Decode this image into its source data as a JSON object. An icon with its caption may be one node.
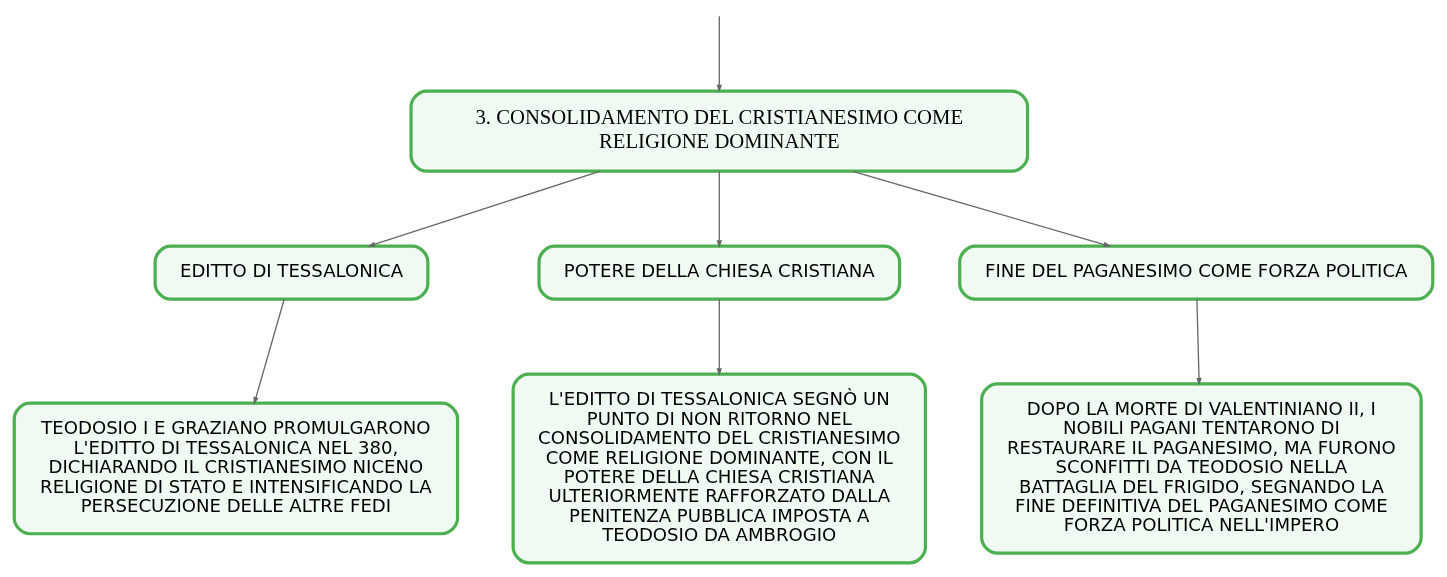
{
  "diagram": {
    "nodes": [
      {
        "text": [
          "3. CONSOLIDAMENTO DEL CRISTIANESIMO COME RELIGIONE DOMINANTE"
        ]
      },
      {
        "text": [
          "EDITTO DI TESSALONICA"
        ]
      },
      {
        "text": [
          "POTERE DELLA CHIESA CRISTIANA"
        ]
      },
      {
        "text": [
          "FINE DEL PAGANESIMO COME FORZA POLITICA"
        ]
      },
      {
        "text": [
          "TEODOSIO I E GRAZIANO PROMULGARONO L'EDITTO DI TESSALONICA NEL 380, DICHIARANDO IL CRISTIANESIMO NICENO RELIGIONE DI STATO E INTENSIFICANDO LA PERSECUZIONE DELLE ALTRE FEDI"
        ]
      },
      {
        "text": [
          "L'EDITTO DI TESSALONICA SEGNÒ UN PUNTO DI NON RITORNO NEL CONSOLIDAMENTO DEL CRISTIANESIMO COME RELIGIONE DOMINANTE, CON IL POTERE DELLA CHIESA CRISTIANA ULTERIORMENTE RAFFORZATO DALLA PENITENZA PUBBLICA IMPOSTA A TEODOSIO DA AMBROGIO"
        ]
      },
      {
        "text": [
          "DOPO LA MORTE DI VALENTINIANO II, I NOBILI PAGANI TENTARONO DI RESTAURARE IL PAGANESIMO, MA FURONO SCONFITTI DA TEODOSIO NELLA BATTAGLIA DEL FRIGIDO, SEGNANDO LA FINE DEFINITIVA DEL PAGANESIMO COME FORZA POLITICA NELL'IMPERO"
        ]
      }
    ],
    "edges": [
      {
        "from": null,
        "to": 0,
        "arrow": "to"
      },
      {
        "from": 0,
        "to": 1,
        "arrow": "to"
      },
      {
        "from": 0,
        "to": 2,
        "arrow": "to"
      },
      {
        "from": 0,
        "to": 3,
        "arrow": "to"
      },
      {
        "from": 1,
        "to": 4,
        "arrow": "to"
      },
      {
        "from": 2,
        "to": 5,
        "arrow": "to"
      },
      {
        "from": 3,
        "to": 6,
        "arrow": "to"
      }
    ]
  }
}
